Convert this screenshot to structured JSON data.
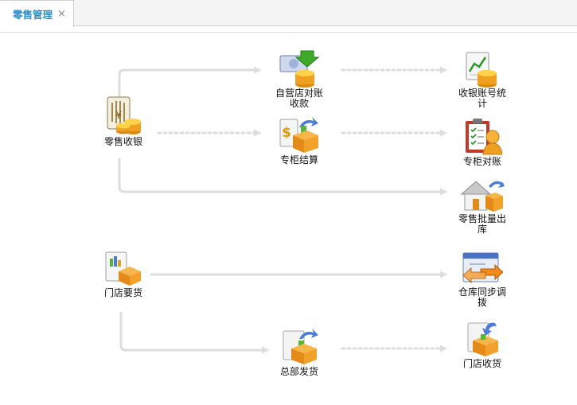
{
  "tab": {
    "label": "零售管理",
    "close": "×"
  },
  "nodes": {
    "retail_checkout": "零售收银",
    "own_store_reconcile": "自营店对账收款",
    "checkout_account_stats": "收银账号统计",
    "counter_settlement": "专柜结算",
    "counter_reconcile": "专柜对账",
    "retail_bulk_outbound": "零售批量出库",
    "store_request": "门店要货",
    "warehouse_sync_transfer": "仓库同步调拨",
    "hq_shipping": "总部发货",
    "store_receiving": "门店收货"
  },
  "colors": {
    "tab_text": "#2a8fc8",
    "arrow": "#dddddd",
    "coin": "#f0a020",
    "box": "#e8921c"
  }
}
